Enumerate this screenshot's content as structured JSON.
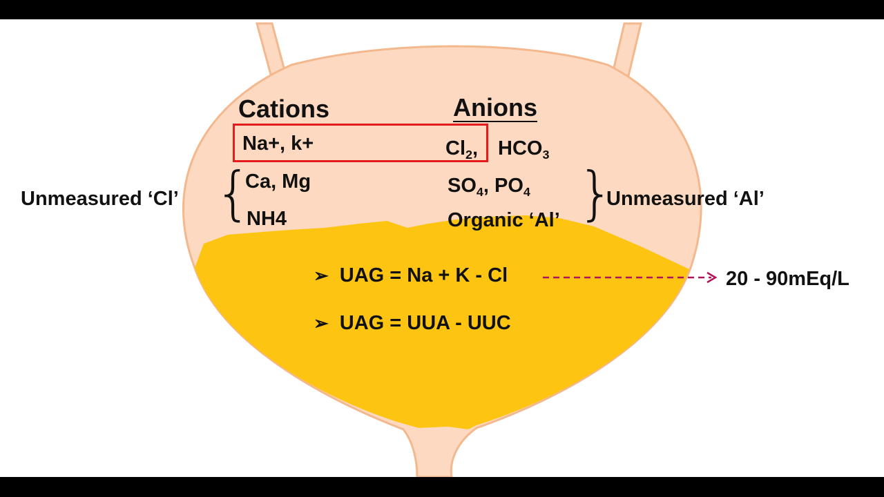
{
  "headers": {
    "cations": "Cations",
    "anions": "Anions"
  },
  "cations": {
    "measured": "Na+, k+",
    "unmeasured_1": "Ca, Mg",
    "unmeasured_2": "NH4"
  },
  "anions": {
    "measured_cl": "Cl",
    "measured_cl_sub": "2",
    "measured_cl_suffix": ",",
    "measured_hco": "HCO",
    "measured_hco_sub": "3",
    "unmeasured_so": "SO",
    "unmeasured_so_sub": "4",
    "unmeasured_po_prefix": ", PO",
    "unmeasured_po_sub": "4",
    "organic": "Organic ‘Al’"
  },
  "labels": {
    "unmeasured_cations": "Unmeasured ‘Cl’",
    "unmeasured_anions": "Unmeasured ‘Al’"
  },
  "formulas": {
    "formula_1": "UAG = Na + K - Cl",
    "formula_2": "UAG = UUA - UUC"
  },
  "normal_range": "20 - 90mEq/L",
  "colors": {
    "bladder": "#fcd9c0",
    "bladder_outline": "#f4b88e",
    "urine": "#fdc512",
    "highlight_box": "#e31b1b",
    "arrow": "#b0135a"
  },
  "icons": {
    "bullet": "arrow-bullet-icon",
    "brace": "curly-brace-icon",
    "arrow": "dashed-arrow-icon"
  }
}
